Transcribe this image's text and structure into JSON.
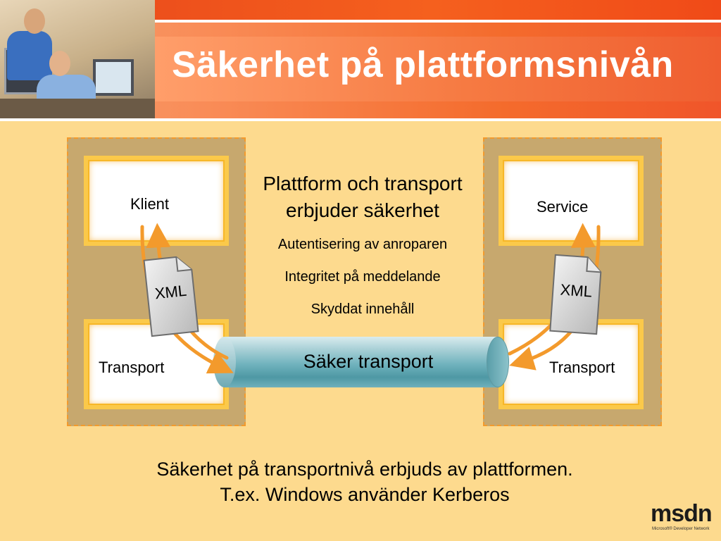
{
  "header": {
    "title": "Säkerhet på plattformsnivån"
  },
  "diagram": {
    "client_label": "Klient",
    "service_label": "Service",
    "transport_left_label": "Transport",
    "transport_right_label": "Transport",
    "xml_left_label": "XML",
    "xml_right_label": "XML",
    "pipe_label": "Säker transport",
    "center": {
      "heading_line1": "Plattform och transport",
      "heading_line2": "erbjuder säkerhet",
      "items": [
        "Autentisering av anroparen",
        "Integritet på meddelande",
        "Skyddat innehåll"
      ]
    }
  },
  "footer": {
    "line1": "Säkerhet på transportnivå erbjuds av plattformen.",
    "line2": "T.ex. Windows använder Kerberos"
  },
  "logo": {
    "name": "msdn",
    "subtitle": "Microsoft® Developer Network"
  },
  "colors": {
    "background": "#fdda8e",
    "header_orange": "#f0552a",
    "arrow": "#f39a2c",
    "box_border": "#fbc94a",
    "panel": "#c7a86e",
    "pipe": "#6fb2bd"
  },
  "icons": [
    "header-photo",
    "xml-document-icon",
    "arrow-icon",
    "msdn-logo"
  ]
}
